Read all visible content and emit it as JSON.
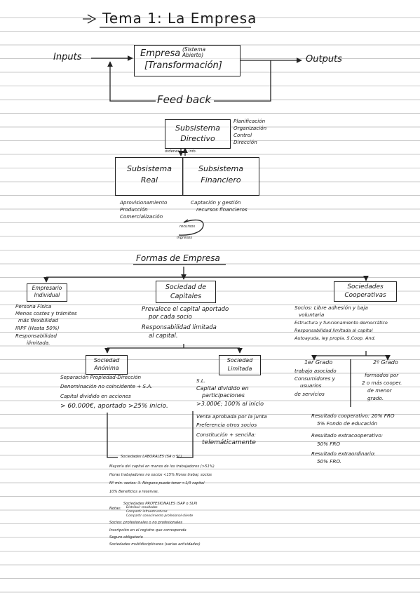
{
  "title": "Tema 1: La Empresa",
  "system": {
    "inputs": "Inputs",
    "box_line1": "Empresa",
    "box_paren": "(Sistema Abierto)",
    "box_line2": "[Transformación]",
    "outputs": "Outputs",
    "feedback": "Feed back"
  },
  "subsystems": {
    "directivo": "Subsistema Directivo",
    "funciones": [
      "Planificación",
      "Organización",
      "Control",
      "Dirección"
    ],
    "ordenes": "órdenes",
    "info": "info.",
    "real": "Subsistema Real",
    "financiero": "Subsistema Financiero",
    "real_items": [
      "Aprovisionamiento",
      "Producción",
      "Comercialización"
    ],
    "fin_items": [
      "Captación y gestión",
      "recursos financieros"
    ],
    "recursos": "recursos",
    "ingresos": "ingresos"
  },
  "formas": {
    "title": "Formas de Empresa",
    "individual": {
      "title": "Empresario Individual",
      "items": [
        "Persona Física",
        "Menos costes y trámites",
        "más flexibilidad",
        "IRPF (Hasta 50%)",
        "Responsabilidad",
        "ilimitada."
      ]
    },
    "capitales": {
      "title": "Sociedad de Capitales",
      "items": [
        "Prevalece el capital aportado",
        "por cada socio",
        "Responsabilidad limitada",
        "al capital."
      ]
    },
    "cooperativas": {
      "title": "Sociedades Cooperativas",
      "items": [
        "Socios: Libre adhesión y baja",
        "voluntaria",
        "Estructura y funcionamiento democrático",
        "Responsabilidad limitada al capital",
        "Autoayuda, ley propia. S.Coop. And."
      ]
    },
    "anonima": {
      "title": "Sociedad Anónima",
      "items": [
        "Separación Propiedad-Dirección",
        "Denominación no coincidente + S.A.",
        "Capital dividido en acciones",
        "> 60.000€, aportado >25% inicio."
      ]
    },
    "limitada": {
      "title": "Sociedad Limitada",
      "items": [
        "S.L.",
        "Capital dividido en",
        "participaciones",
        ">3.000€; 100% al inicio",
        "Venta aprobada por la junta",
        "Preferencia otros socios",
        "Constitución + sencilla:",
        "telemáticamente"
      ]
    },
    "grados": {
      "primer": "1er Grado",
      "primer_items": [
        "trabajo asociado",
        "Consumidores y",
        "usuarios",
        "de servicios"
      ],
      "segundo": "2º Grado",
      "segundo_items": [
        "formados por",
        "2 o más cooper.",
        "de menor",
        "grado."
      ]
    },
    "resultados": [
      "Resultado cooperativo: 20% FRO",
      "5% Fondo de educación",
      "Resultado extracooperativo:",
      "50% FRO",
      "Resultado extraordinario:",
      "50% FRO."
    ],
    "laborales": {
      "title": "Sociedades LABORALES (SA o SL)",
      "items": [
        "Mayoría del capital en manos de los trabajadores (>51%)",
        "Horas trabajadores no socios <15% Horas trabaj. socios",
        "Nº min. socios: 3. Ninguno puede tener >1/3 capital",
        "10% Beneficios a reservas."
      ]
    },
    "profesionales": {
      "title": "Sociedades PROFESIONALES (SAP o SLP)",
      "notas_label": "Notas:",
      "notas": [
        "Distribuir resultados",
        "Compartir infraestructuras",
        "Compartir conocimiento profesional-cliente"
      ],
      "items": [
        "Socios: profesionales o no profesionales",
        "Inscripción en el registro que corresponda",
        "Seguro obligatorio",
        "Sociedades multidisciplinares (varias actividades)"
      ]
    }
  }
}
